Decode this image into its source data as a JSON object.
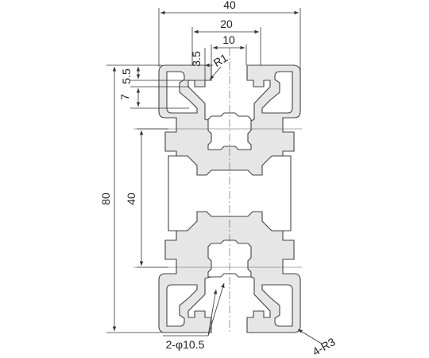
{
  "dimensions": {
    "width_total": "40",
    "width_slot_outer": "20",
    "width_slot_inner": "10",
    "lip_thickness": "3.5",
    "fillet_radius": "R1",
    "height_slot_top": "5.5",
    "height_slot_depth": "7",
    "height_total": "80",
    "height_inner": "40",
    "holes": "2-φ10.5",
    "corner_radius": "4-R3"
  },
  "colors": {
    "profile_fill": "#e6e6e6",
    "outline": "#444444",
    "dimension": "#333333"
  }
}
